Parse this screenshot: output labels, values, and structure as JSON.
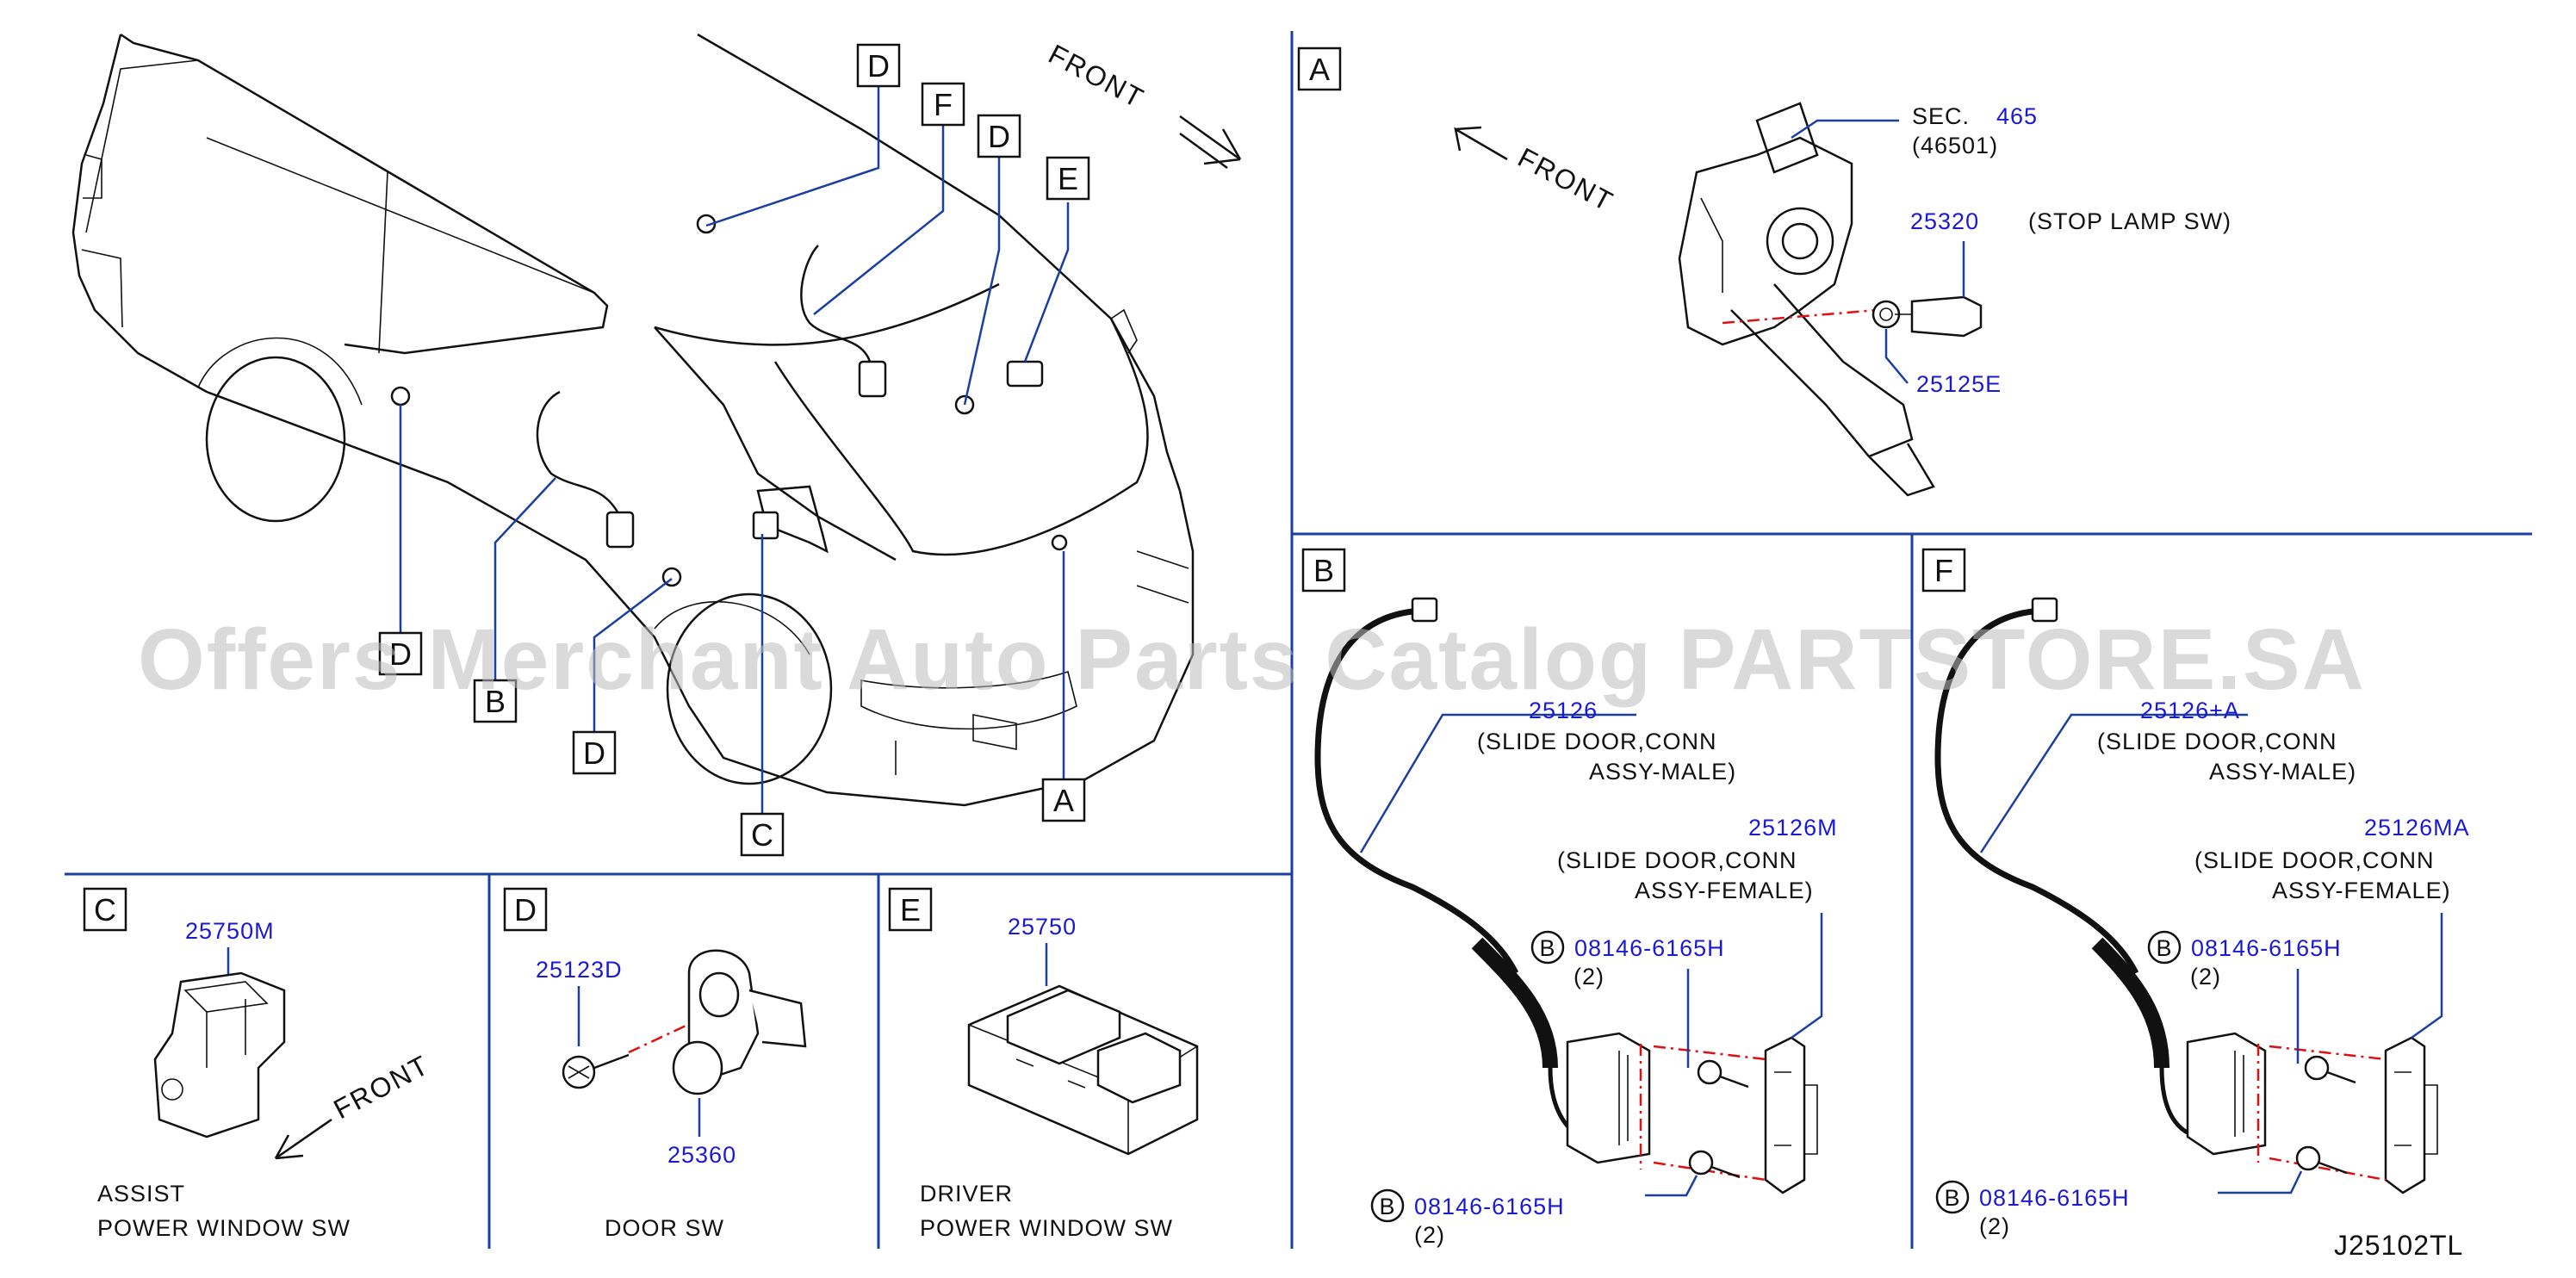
{
  "watermark": "Offers Merchant Auto Parts Catalog PARTSTORE.SA",
  "diagram_code": "J25102TL",
  "overview": {
    "front": "FRONT",
    "callouts": [
      "D",
      "F",
      "D",
      "E",
      "D",
      "B",
      "D",
      "C",
      "A"
    ]
  },
  "views": {
    "A": {
      "letter": "A",
      "front": "FRONT",
      "sec_label": "SEC.",
      "sec_num": "465",
      "sec_sub": "(46501)",
      "pn_stop": "25320",
      "stop_desc": "(STOP   LAMP   SW)",
      "pn_nut": "25125E"
    },
    "B": {
      "letter": "B",
      "pn_male": "25126",
      "male_desc1": "(SLIDE   DOOR,CONN",
      "male_desc2": "ASSY-MALE)",
      "pn_female": "25126M",
      "female_desc1": "(SLIDE   DOOR,CONN",
      "female_desc2": "ASSY-FEMALE)",
      "bolt_mark": "B",
      "bolt1": "08146-6165H",
      "bolt1_qty": "(2)",
      "bolt2": "08146-6165H",
      "bolt2_qty": "(2)"
    },
    "F": {
      "letter": "F",
      "pn_male": "25126+A",
      "male_desc1": "(SLIDE   DOOR,CONN",
      "male_desc2": "ASSY-MALE)",
      "pn_female": "25126MA",
      "female_desc1": "(SLIDE   DOOR,CONN",
      "female_desc2": "ASSY-FEMALE)",
      "bolt_mark": "B",
      "bolt1": "08146-6165H",
      "bolt1_qty": "(2)",
      "bolt2": "08146-6165H",
      "bolt2_qty": "(2)"
    },
    "C": {
      "letter": "C",
      "pn": "25750M",
      "front": "FRONT",
      "caption1": "ASSIST",
      "caption2": "POWER   WINDOW   SW"
    },
    "D": {
      "letter": "D",
      "pn_bolt": "25123D",
      "pn_sw": "25360",
      "caption": "DOOR   SW"
    },
    "E": {
      "letter": "E",
      "pn": "25750",
      "caption1": "DRIVER",
      "caption2": "POWER   WINDOW   SW"
    }
  }
}
